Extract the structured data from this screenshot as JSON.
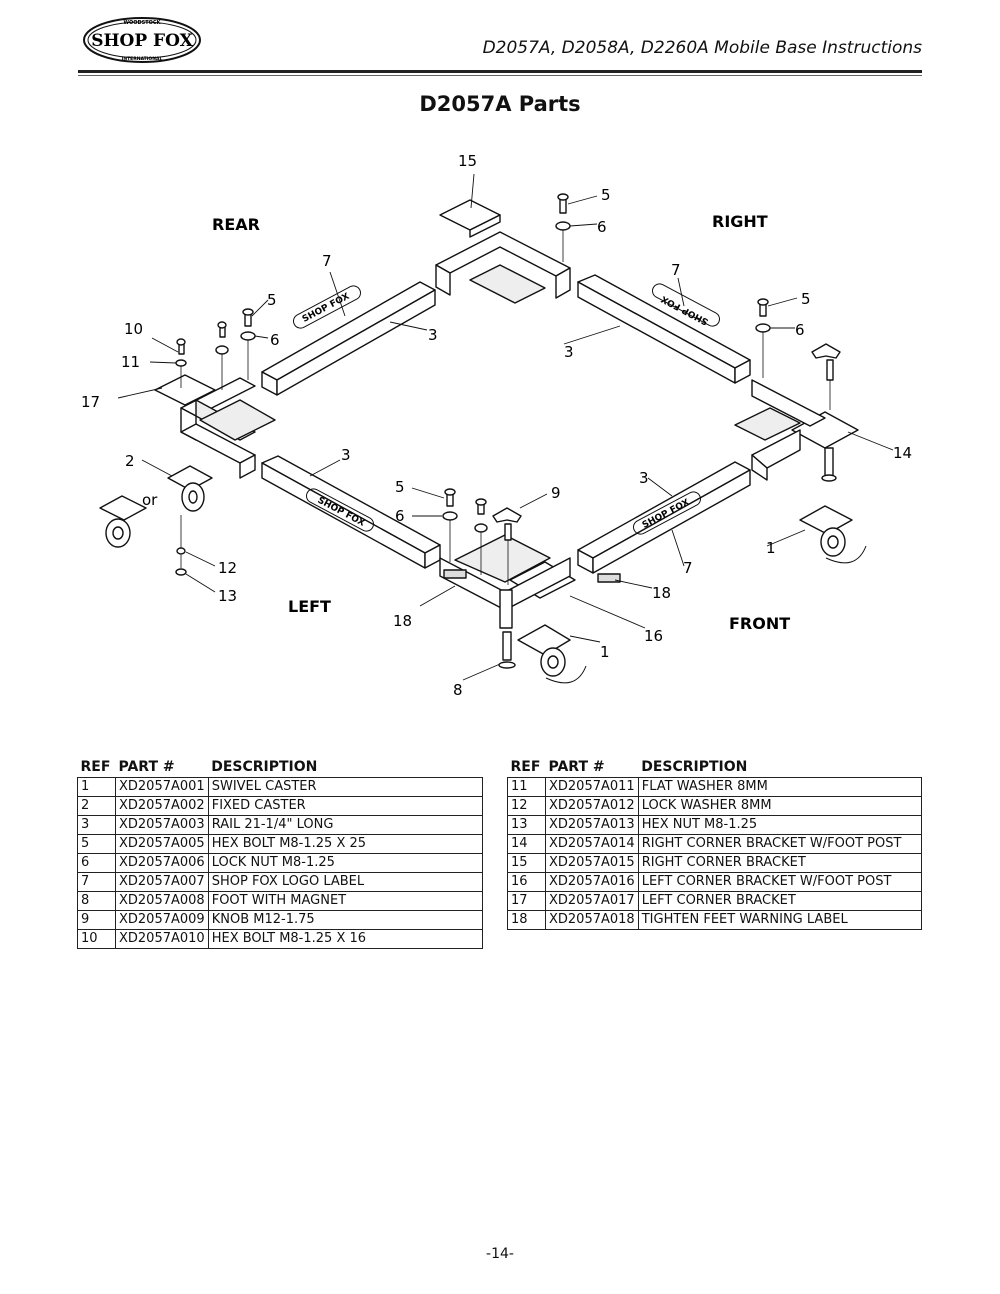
{
  "header": {
    "logo_text": "SHOP FOX",
    "logo_top_text": "WOODSTOCK",
    "logo_bottom_text": "INTERNATIONAL",
    "title": "D2057A, D2058A, D2260A Mobile Base Instructions"
  },
  "page_title": "D2057A Parts",
  "diagram": {
    "directions": {
      "rear": "REAR",
      "right": "RIGHT",
      "left": "LEFT",
      "front": "FRONT"
    },
    "or_label": "or",
    "rail_label": "SHOP FOX",
    "callouts": {
      "c15": "15",
      "c5a": "5",
      "c6a": "6",
      "c7a": "7",
      "c5b": "5",
      "c6b": "6",
      "c10": "10",
      "c11": "11",
      "c17": "17",
      "c3a": "3",
      "c3b": "3",
      "c7b": "7",
      "c5c": "5",
      "c6c": "6",
      "c14": "14",
      "c2": "2",
      "c3c": "3",
      "c5d": "5",
      "c6d": "6",
      "c9": "9",
      "c3d": "3",
      "c12": "12",
      "c13": "13",
      "c1a": "1",
      "c7c": "7",
      "c18a": "18",
      "c18b": "18",
      "c16": "16",
      "c1b": "1",
      "c8": "8"
    }
  },
  "parts_table": {
    "headers": {
      "ref": "REF",
      "part": "PART #",
      "description": "DESCRIPTION"
    },
    "left": [
      {
        "ref": "1",
        "part": "XD2057A001",
        "description": "SWIVEL CASTER"
      },
      {
        "ref": "2",
        "part": "XD2057A002",
        "description": "FIXED CASTER"
      },
      {
        "ref": "3",
        "part": "XD2057A003",
        "description": "RAIL 21-1/4\" LONG"
      },
      {
        "ref": "5",
        "part": "XD2057A005",
        "description": "HEX BOLT M8-1.25 X 25"
      },
      {
        "ref": "6",
        "part": "XD2057A006",
        "description": "LOCK NUT M8-1.25"
      },
      {
        "ref": "7",
        "part": "XD2057A007",
        "description": "SHOP FOX LOGO LABEL"
      },
      {
        "ref": "8",
        "part": "XD2057A008",
        "description": "FOOT WITH MAGNET"
      },
      {
        "ref": "9",
        "part": "XD2057A009",
        "description": "KNOB M12-1.75"
      },
      {
        "ref": "10",
        "part": "XD2057A010",
        "description": "HEX BOLT M8-1.25 X 16"
      }
    ],
    "right": [
      {
        "ref": "11",
        "part": "XD2057A011",
        "description": "FLAT WASHER 8MM"
      },
      {
        "ref": "12",
        "part": "XD2057A012",
        "description": "LOCK WASHER 8MM"
      },
      {
        "ref": "13",
        "part": "XD2057A013",
        "description": "HEX NUT M8-1.25"
      },
      {
        "ref": "14",
        "part": "XD2057A014",
        "description": "RIGHT CORNER BRACKET W/FOOT POST"
      },
      {
        "ref": "15",
        "part": "XD2057A015",
        "description": "RIGHT CORNER BRACKET"
      },
      {
        "ref": "16",
        "part": "XD2057A016",
        "description": "LEFT CORNER BRACKET W/FOOT POST"
      },
      {
        "ref": "17",
        "part": "XD2057A017",
        "description": "LEFT CORNER BRACKET"
      },
      {
        "ref": "18",
        "part": "XD2057A018",
        "description": "TIGHTEN FEET WARNING LABEL"
      }
    ]
  },
  "page_number": "-14-"
}
